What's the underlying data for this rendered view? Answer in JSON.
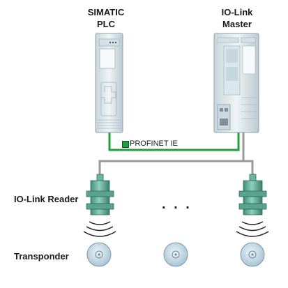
{
  "labels": {
    "plc_line1": "SIMATIC",
    "plc_line2": "PLC",
    "master_line1": "IO-Link",
    "master_line2": "Master",
    "network": "PROFINET IE",
    "reader": "IO-Link Reader",
    "transponder": "Transponder",
    "ellipsis": ". . ."
  },
  "colors": {
    "profinet_cable": "#1f9e3d",
    "io_link_cable": "#9a9a9a",
    "device_body": "#e6eef2",
    "sensor_body": "#6fb6a0",
    "transponder": "#c8dce8"
  },
  "icons": {
    "plc": "plc-device-icon",
    "master": "io-link-master-icon",
    "reader": "io-link-reader-icon",
    "transponder": "rfid-transponder-icon"
  }
}
